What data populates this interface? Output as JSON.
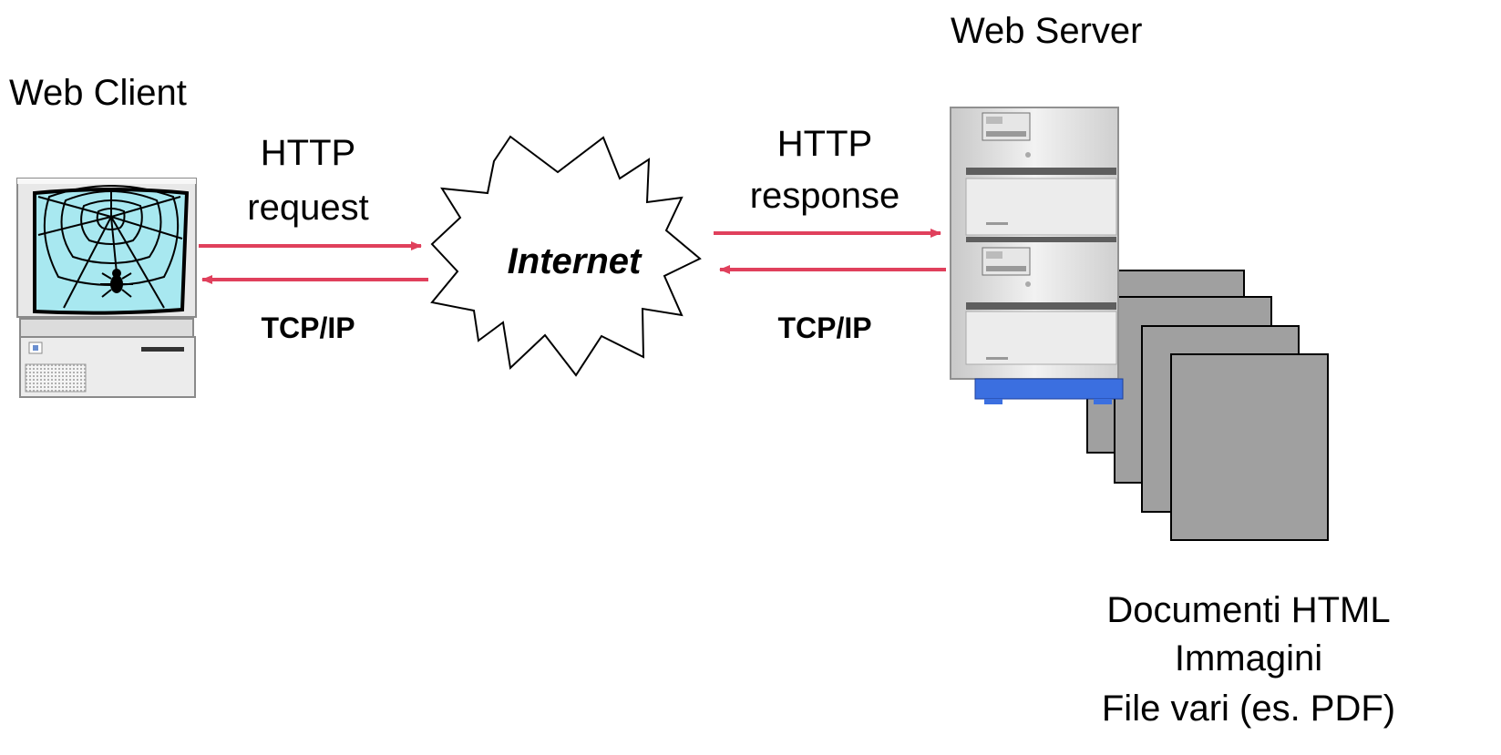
{
  "server_label": "Web Server",
  "client_label": "Web Client",
  "request": {
    "line1": "HTTP",
    "line2": "request",
    "protocol": "TCP/IP"
  },
  "response": {
    "line1": "HTTP",
    "line2": "response",
    "protocol": "TCP/IP"
  },
  "cloud_label": "Internet",
  "documents": [
    "Documenti HTML",
    "Immagini",
    "File vari (es. PDF)"
  ],
  "colors": {
    "arrow": "#e0405c",
    "screen": "#a8e8f0",
    "document": "#a0a0a0",
    "server_base": "#3b6fe0",
    "computer_body": "#e8e8e8"
  },
  "icons": {
    "client": "computer-with-spiderweb-icon",
    "server": "server-rack-icon",
    "cloud": "internet-cloud-icon"
  }
}
